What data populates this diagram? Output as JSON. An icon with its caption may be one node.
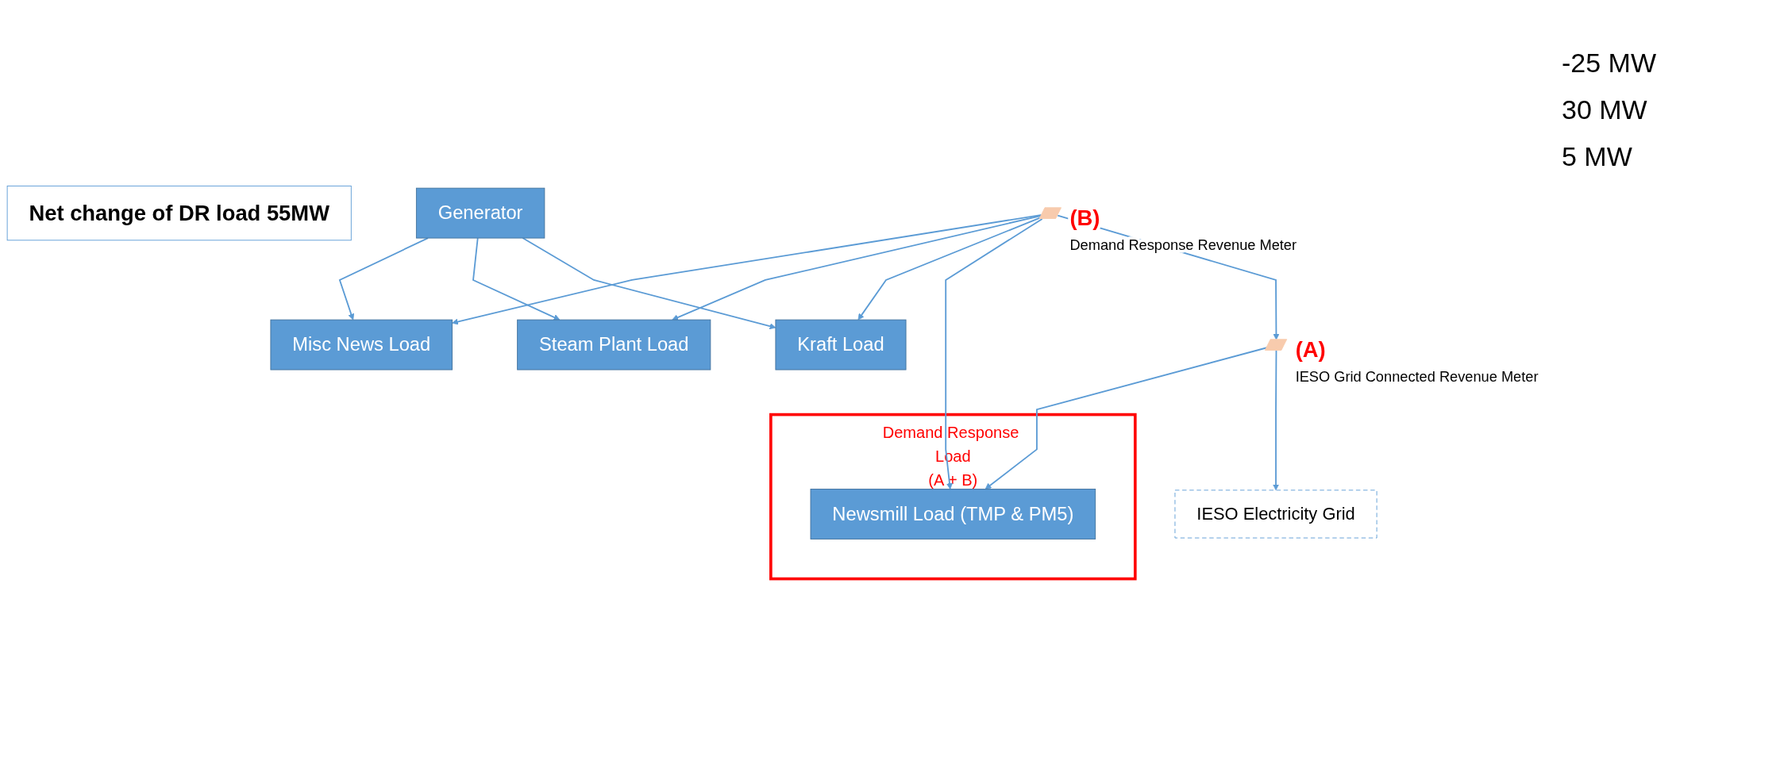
{
  "diagram": {
    "nodes": [
      {
        "text": [
          "IESO Electricity Grid"
        ]
      },
      {
        "text": [
          "Generator"
        ]
      },
      {
        "text": [],
        "shape": "parallelogram",
        "beside": [
          "(A)",
          "IESO Grid Connected Revenue Meter"
        ]
      },
      {
        "text": [],
        "shape": "parallelogram",
        "beside": [
          "(B)",
          "Demand Response Revenue Meter"
        ]
      },
      {
        "text": [
          "Kraft Load"
        ]
      },
      {
        "text": [
          "Steam Plant Load"
        ]
      },
      {
        "text": [
          "Misc News Load"
        ]
      },
      {
        "text": [
          "Demand Response Load",
          "(A + B)"
        ]
      },
      {
        "text": [
          "Newsmill Load (TMP & PM5)"
        ],
        "in": 7
      },
      {
        "text": [
          "Net change of  DR load 55MW"
        ]
      }
    ],
    "edges": [
      {
        "from": 2,
        "to": 0,
        "arrow": "to"
      },
      {
        "from": 2,
        "to": 8,
        "arrow": "to"
      },
      {
        "from": 3,
        "to": 2,
        "arrow": "to"
      },
      {
        "from": 3,
        "to": 8,
        "arrow": "to"
      },
      {
        "from": 1,
        "to": 4,
        "arrow": "to"
      },
      {
        "from": 1,
        "to": 5,
        "arrow": "to"
      },
      {
        "from": 1,
        "to": 6,
        "arrow": "to"
      },
      {
        "from": 3,
        "to": 4,
        "arrow": "to"
      },
      {
        "from": 3,
        "to": 5,
        "arrow": "to"
      },
      {
        "from": 3,
        "to": 6,
        "arrow": "to"
      }
    ],
    "labels": [
      "-25 MW",
      "30 MW",
      "5 MW"
    ]
  }
}
